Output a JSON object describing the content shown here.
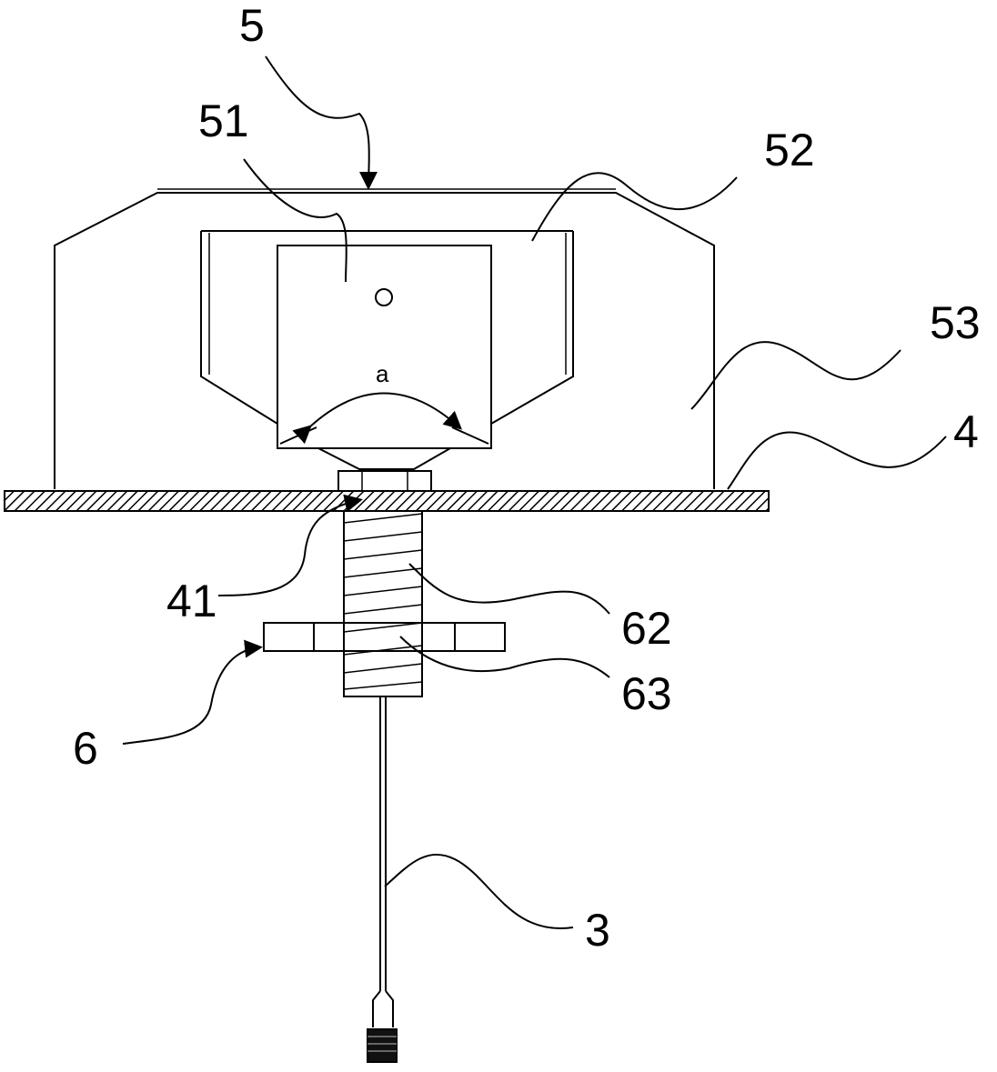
{
  "figure": {
    "labels": {
      "l5": "5",
      "l51": "51",
      "l52": "52",
      "l53": "53",
      "l4": "4",
      "l41": "41",
      "l62": "62",
      "l63": "63",
      "l6": "6",
      "l3": "3",
      "angle": "a"
    },
    "colors": {
      "ink": "#000000",
      "paper": "#ffffff"
    }
  }
}
